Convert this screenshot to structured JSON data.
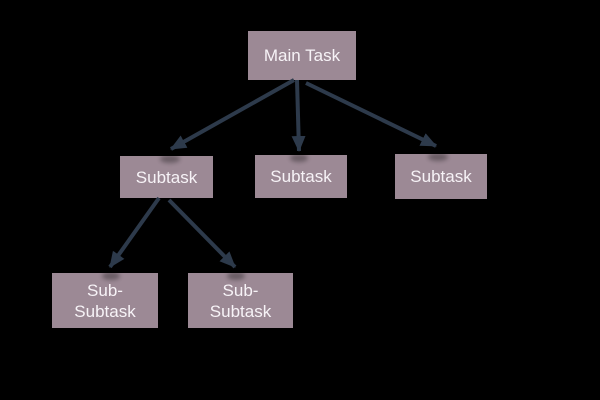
{
  "diagram": {
    "type": "tree",
    "colors": {
      "background": "#000000",
      "node_fill": "#9c8995",
      "node_text": "#f7f3f7",
      "arrow": "#2d3a4b"
    },
    "nodes": [
      {
        "id": "main-task",
        "label": "Main Task",
        "level": 0
      },
      {
        "id": "subtask-1",
        "label": "Subtask",
        "level": 1
      },
      {
        "id": "subtask-2",
        "label": "Subtask",
        "level": 1
      },
      {
        "id": "subtask-3",
        "label": "Subtask",
        "level": 1
      },
      {
        "id": "sub-subtask-1",
        "label": "Sub-\nSubtask",
        "level": 2
      },
      {
        "id": "sub-subtask-2",
        "label": "Sub-\nSubtask",
        "level": 2
      }
    ],
    "edges": [
      {
        "from": "main-task",
        "to": "subtask-1"
      },
      {
        "from": "main-task",
        "to": "subtask-2"
      },
      {
        "from": "main-task",
        "to": "subtask-3"
      },
      {
        "from": "subtask-1",
        "to": "sub-subtask-1"
      },
      {
        "from": "subtask-1",
        "to": "sub-subtask-2"
      }
    ]
  }
}
